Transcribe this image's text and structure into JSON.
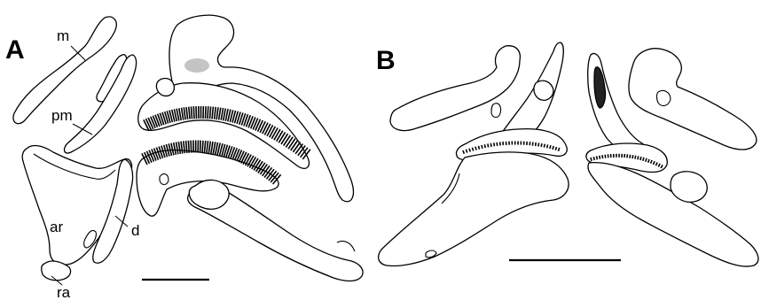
{
  "panels": {
    "a": {
      "letter": "A"
    },
    "b": {
      "letter": "B"
    }
  },
  "labels": {
    "m": "m",
    "pm": "pm",
    "ar": "ar",
    "d": "d",
    "ra": "ra"
  }
}
